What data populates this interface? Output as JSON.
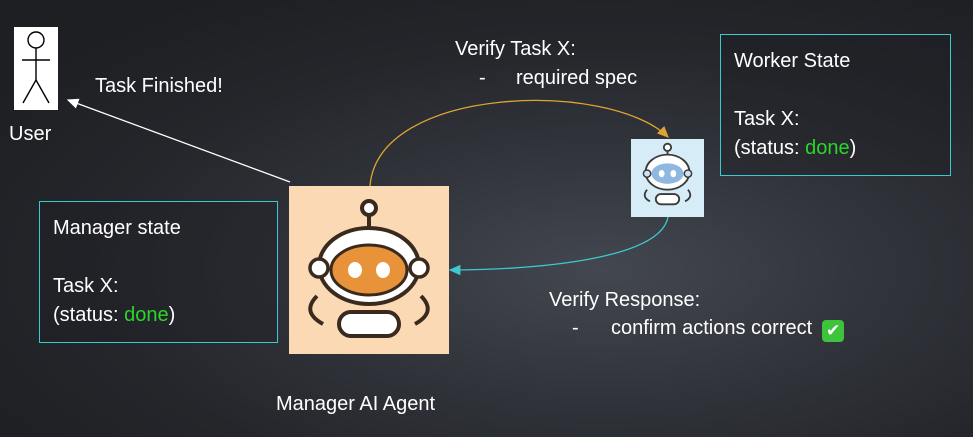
{
  "user": {
    "label": "User"
  },
  "arrow_user": {
    "label": "Task Finished!"
  },
  "request": {
    "title": "Verify Task X:",
    "bullet": "-",
    "item": "required spec"
  },
  "response": {
    "title": "Verify Response:",
    "bullet": "-",
    "item": "confirm actions correct",
    "emoji": "✔"
  },
  "worker_state": {
    "title": "Worker State",
    "task": "Task X:",
    "status_prefix": "(status: ",
    "status_value": "done",
    "status_suffix": ")"
  },
  "manager_state": {
    "title": "Manager state",
    "task": "Task X:",
    "status_prefix": "(status: ",
    "status_value": "done",
    "status_suffix": ")"
  },
  "manager_agent": {
    "label": "Manager AI Agent"
  },
  "colors": {
    "box_border": "#3cc9cf",
    "done": "#2bd52b",
    "request_arrow": "#e0a530",
    "response_arrow": "#3cc9cf",
    "user_arrow": "#ffffff",
    "manager_tile": "#fbd9b5",
    "worker_tile": "#d6ecf7"
  }
}
